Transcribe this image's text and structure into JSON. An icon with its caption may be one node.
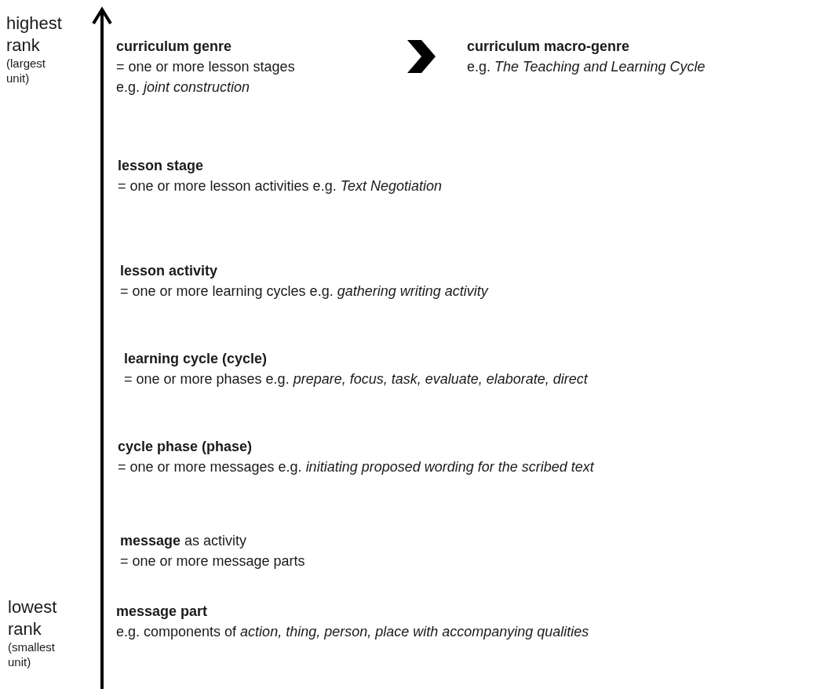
{
  "diagram": {
    "nodes": [
      {
        "text": [
          "curriculum genre",
          "= one or more lesson stages e.g. *joint construction*"
        ]
      },
      {
        "text": [
          "curriculum macro-genre",
          "e.g. *The Teaching and Learning Cycle*"
        ]
      },
      {
        "text": [
          "lesson stage",
          "= one or more lesson activities e.g. *Text Negotiation*"
        ]
      },
      {
        "text": [
          "lesson activity",
          "= one or more learning cycles e.g. *gathering writing activity*"
        ]
      },
      {
        "text": [
          "learning cycle (cycle)",
          "= one or more phases e.g. *prepare, focus, task, evaluate, elaborate, direct*"
        ]
      },
      {
        "text": [
          "cycle phase (phase)",
          "= one or more messages e.g. *initiating proposed wording for the scribed text*"
        ]
      },
      {
        "text": [
          "**message** as activity",
          "= one or more message parts"
        ]
      },
      {
        "text": [
          "message part",
          "e.g. components of *action, thing, person, place with accompanying qualities*"
        ]
      }
    ],
    "edges": [
      {
        "from": 0,
        "to": 1,
        "arrow": "to"
      }
    ],
    "labels": [
      "highest rank",
      "(largest unit)",
      "lowest rank",
      "(smallest unit)"
    ]
  }
}
